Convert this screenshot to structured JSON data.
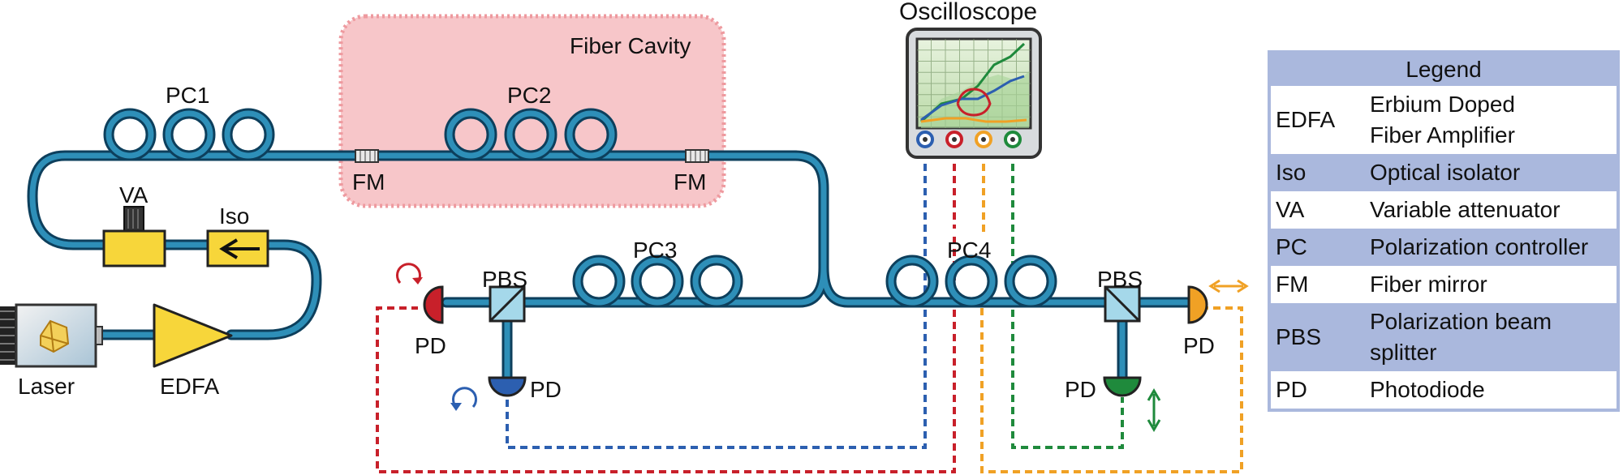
{
  "labels": {
    "fiber_cavity": "Fiber Cavity",
    "oscilloscope": "Oscilloscope",
    "pc1": "PC1",
    "pc2": "PC2",
    "pc3": "PC3",
    "pc4": "PC4",
    "fm_left": "FM",
    "fm_right": "FM",
    "va": "VA",
    "iso": "Iso",
    "laser": "Laser",
    "edfa": "EDFA",
    "pbs_left": "PBS",
    "pbs_right": "PBS",
    "pd_red": "PD",
    "pd_blue": "PD",
    "pd_green": "PD",
    "pd_orange": "PD"
  },
  "legend": {
    "title": "Legend",
    "rows": [
      {
        "abbr": "EDFA",
        "def": "Erbium Doped\nFiber Amplifier",
        "style": "white"
      },
      {
        "abbr": "Iso",
        "def": "Optical isolator",
        "style": "blue"
      },
      {
        "abbr": "VA",
        "def": "Variable attenuator",
        "style": "white"
      },
      {
        "abbr": "PC",
        "def": "Polarization controller",
        "style": "blue"
      },
      {
        "abbr": "FM",
        "def": "Fiber mirror",
        "style": "white"
      },
      {
        "abbr": "PBS",
        "def": "Polarization beam\nsplitter",
        "style": "blue"
      },
      {
        "abbr": "PD",
        "def": "Photodiode",
        "style": "white"
      }
    ]
  },
  "colors": {
    "fiber": "#2e8fb8",
    "fiber_dark": "#0d3f5c",
    "cavity": "#f7c6c9",
    "cavity_border": "#ee9a9f",
    "red": "#c8202a",
    "blue": "#2c5fb0",
    "orange": "#f0a125",
    "green": "#1f8a3c",
    "yellow": "#f7d63a",
    "legend_bg": "#aab8dd"
  }
}
